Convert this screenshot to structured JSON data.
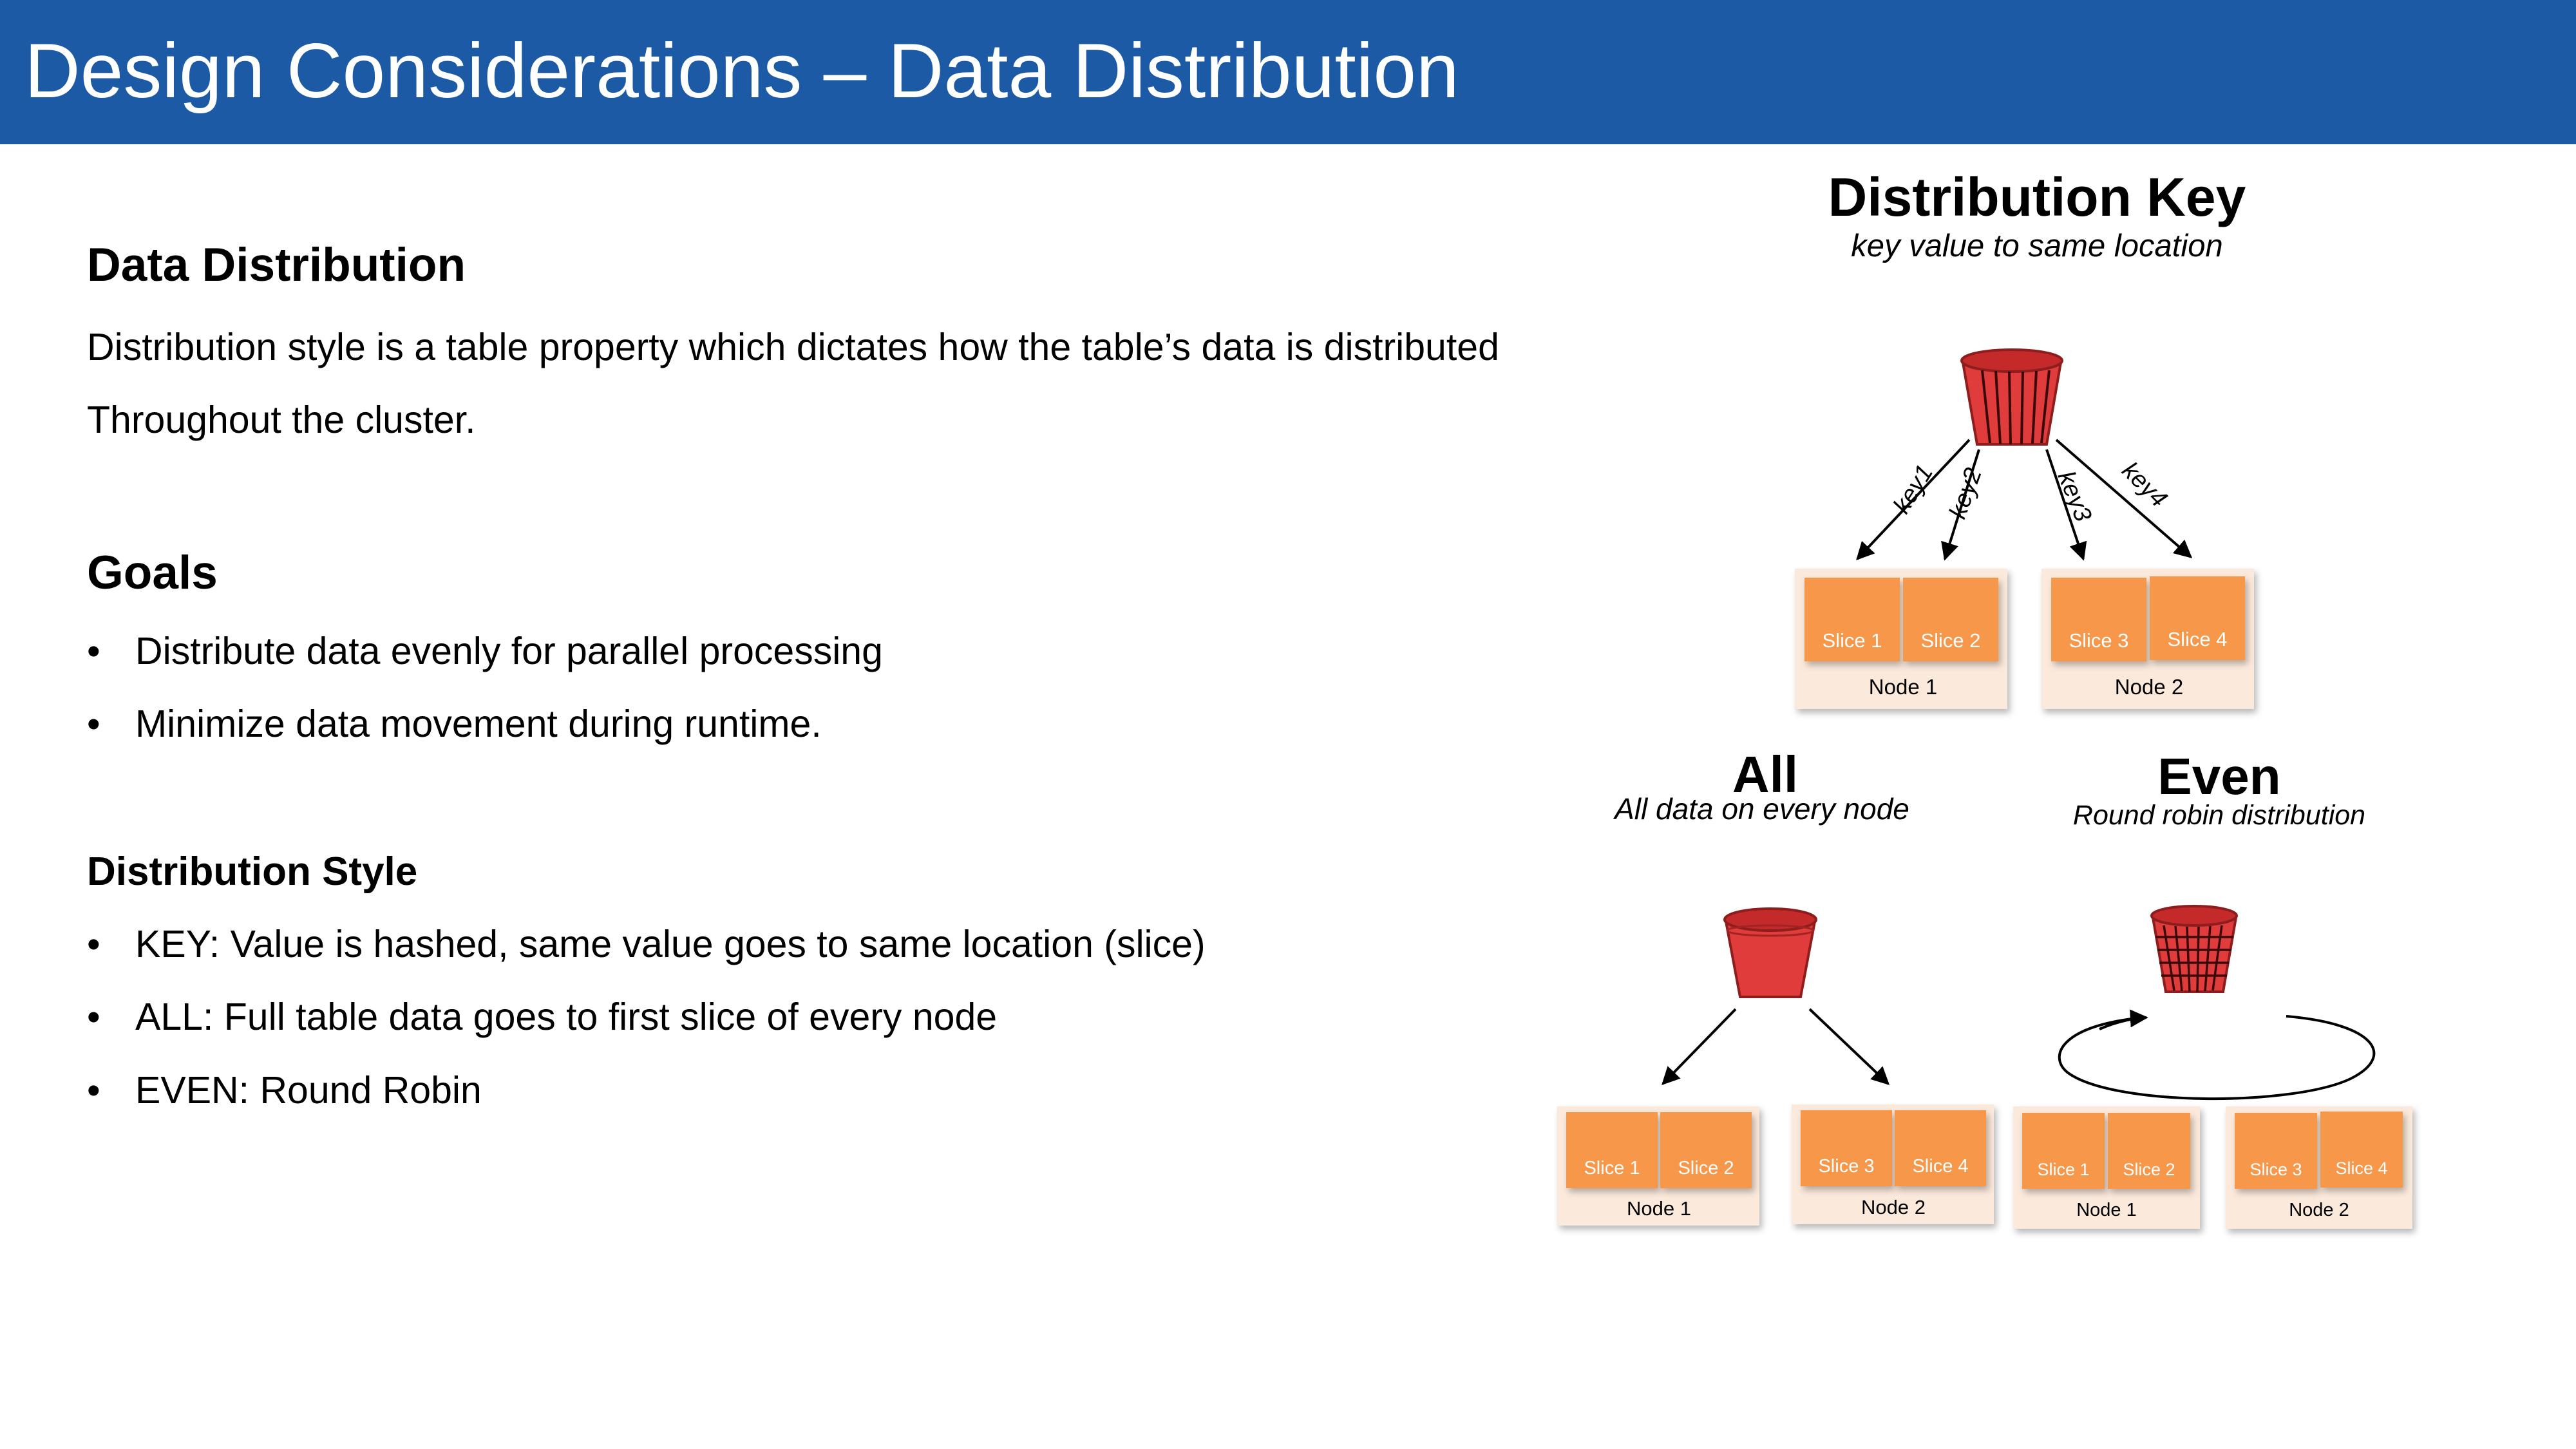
{
  "title": {
    "light": "Design Considerations – Data ",
    "bold": "Distribution"
  },
  "left": {
    "heading": "Data Distribution",
    "para_line1": "Distribution style is a table property which dictates how the table’s data is distributed",
    "para_line2": "Throughout the cluster.",
    "goals_heading": "Goals",
    "goals": [
      "Distribute data evenly for parallel processing",
      "Minimize data movement during runtime."
    ],
    "style_heading": "Distribution Style",
    "styles": [
      "KEY: Value is hashed, same value goes to same location (slice)",
      "ALL: Full table data goes to first slice of every node",
      "EVEN: Round Robin"
    ]
  },
  "diagram": {
    "key": {
      "title": "Distribution Key",
      "subtitle": "key value to same location",
      "keys": [
        "key1",
        "key2",
        "key3",
        "key4"
      ],
      "nodes": [
        {
          "label": "Node 1",
          "slices": [
            "Slice 1",
            "Slice 2"
          ]
        },
        {
          "label": "Node 2",
          "slices": [
            "Slice 3",
            "Slice 4"
          ]
        }
      ]
    },
    "all": {
      "title": "All",
      "subtitle": "All data on every node",
      "nodes": [
        {
          "label": "Node 1",
          "slices": [
            "Slice 1",
            "Slice 2"
          ]
        },
        {
          "label": "Node 2",
          "slices": [
            "Slice 3",
            "Slice 4"
          ]
        }
      ]
    },
    "even": {
      "title": "Even",
      "subtitle": "Round robin distribution",
      "nodes": [
        {
          "label": "Node 1",
          "slices": [
            "Slice 1",
            "Slice 2"
          ]
        },
        {
          "label": "Node 2",
          "slices": [
            "Slice 3",
            "Slice 4"
          ]
        }
      ]
    }
  },
  "colors": {
    "title_bar": "#1c5aa6",
    "slice": "#f7974a",
    "node_bg": "#fbe9dc",
    "bucket": "#e03c3c"
  }
}
